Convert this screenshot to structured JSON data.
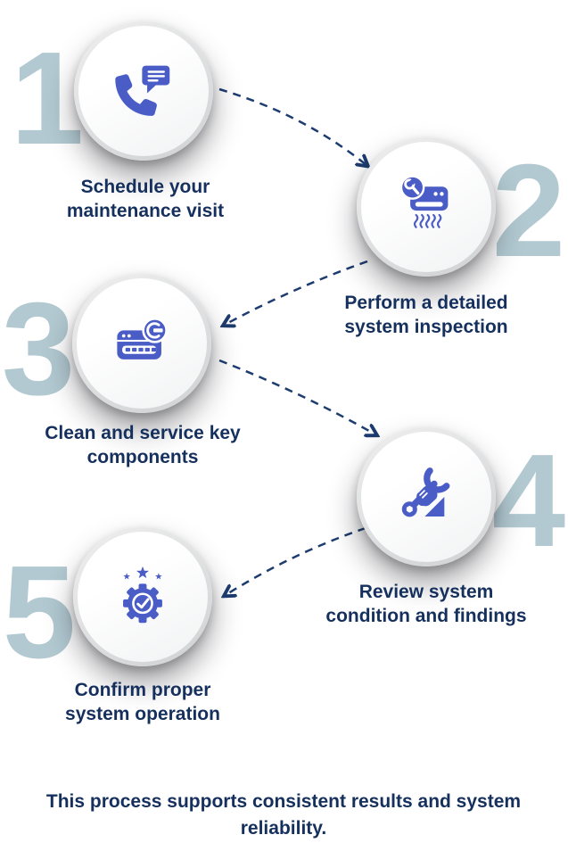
{
  "colors": {
    "icon_blue": "#4a5cc6",
    "number_slate": "#b2c9d1",
    "text_navy": "#16305e",
    "connector_navy": "#1d3c6f"
  },
  "steps": [
    {
      "number": "1",
      "line1": "Schedule your",
      "line2": "maintenance visit",
      "icon": "phone-chat-icon"
    },
    {
      "number": "2",
      "line1": "Perform a detailed",
      "line2": "system inspection",
      "icon": "ac-unit-wrench-icon"
    },
    {
      "number": "3",
      "line1": "Clean and service key",
      "line2": "components",
      "icon": "ac-unit-service-icon"
    },
    {
      "number": "4",
      "line1": "Review system",
      "line2": "condition and findings",
      "icon": "hand-wrench-icon"
    },
    {
      "number": "5",
      "line1": "Confirm proper",
      "line2": "system operation",
      "icon": "gear-check-icon"
    }
  ],
  "footer": {
    "text": "This process supports consistent results and system reliability."
  }
}
